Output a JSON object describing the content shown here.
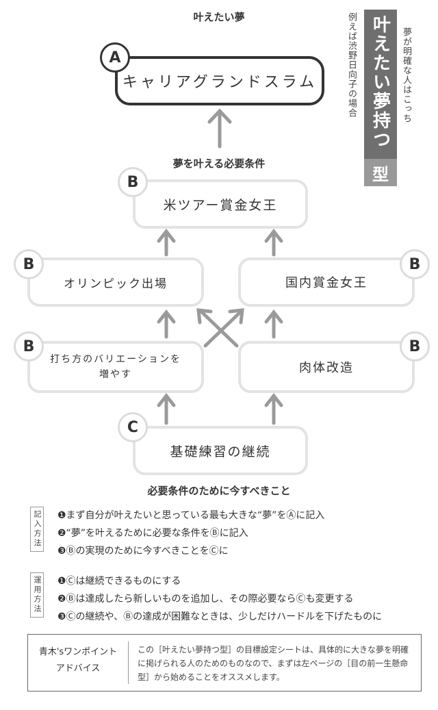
{
  "header": {
    "top_label": "叶えたい夢",
    "mid_label": "夢を叶える必要条件",
    "bottom_label": "必要条件のために今すべきこと"
  },
  "side": {
    "note_example": "例えば渋野日向子の場合",
    "note_clear": "夢が明確な人はこっち",
    "type_title": "叶えたい夢持つ",
    "type_suffix": "型"
  },
  "boxes": {
    "a": {
      "badge": "A",
      "text": "キャリアグランドスラム"
    },
    "b_top": {
      "badge": "B",
      "text": "米ツアー賞金女王"
    },
    "b_left1": {
      "badge": "B",
      "text": "オリンピック出場"
    },
    "b_right1": {
      "badge": "B",
      "text": "国内賞金女王"
    },
    "b_left2": {
      "badge": "B",
      "line1": "打ち方のバリエーションを",
      "line2": "増やす"
    },
    "b_right2": {
      "badge": "B",
      "text": "肉体改造"
    },
    "c": {
      "badge": "C",
      "text": "基礎練習の継続"
    }
  },
  "instructions": {
    "entry_label": "記入方法",
    "entry": [
      "❶まず自分が叶えたいと思っている最も大きな“夢”をⒶに記入",
      "❷“夢”を叶えるために必要な条件をⒷに記入",
      "❸Ⓑの実現のために今すべきことをⒸに"
    ],
    "usage_label": "運用方法",
    "usage": [
      "❶Ⓒは継続できるものにする",
      "❷Ⓑは達成したら新しいものを追加し、その際必要ならⒸも変更する",
      "❸Ⓒの継続や、Ⓑの達成が困難なときは、少しだけハードルを下げたものに"
    ]
  },
  "advice": {
    "title_line1": "青木'sワンポイント",
    "title_line2": "アドバイス",
    "body": "この［叶えたい夢持つ型］の目標設定シートは、具体的に大きな夢を明確に掲げられる人のためのものなので、まずは左ページの［目の前一生懸命型］から始めることをオススメします。"
  },
  "colors": {
    "dark": "#333333",
    "light_border": "#e3e3e3",
    "type_box": "#6f6f6f",
    "arrow": "#9a9a9a"
  }
}
